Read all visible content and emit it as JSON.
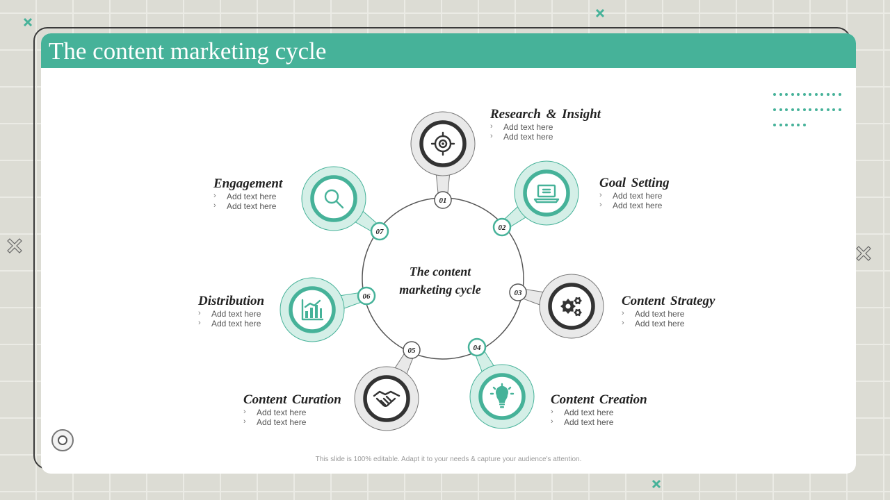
{
  "slide": {
    "title": "The content marketing cycle",
    "center_label_line1": "The content",
    "center_label_line2": "marketing cycle",
    "footer": "This slide is 100% editable.  Adapt it to your needs & capture your audience's attention."
  },
  "colors": {
    "teal": "#46b299",
    "teal_light": "#d4efe7",
    "gray_fill": "#e9e9e9",
    "dark_ring": "#333333"
  },
  "steps": [
    {
      "num": "01",
      "title": "Research & Insight",
      "bullet1": "Add text here",
      "bullet2": "Add text here",
      "icon": "target-icon",
      "theme": "gray"
    },
    {
      "num": "02",
      "title": "Goal Setting",
      "bullet1": "Add text here",
      "bullet2": "Add text here",
      "icon": "laptop-icon",
      "theme": "teal"
    },
    {
      "num": "03",
      "title": "Content Strategy",
      "bullet1": "Add text here",
      "bullet2": "Add text here",
      "icon": "gears-icon",
      "theme": "gray"
    },
    {
      "num": "04",
      "title": "Content Creation",
      "bullet1": "Add text here",
      "bullet2": "Add text here",
      "icon": "lightbulb-icon",
      "theme": "teal"
    },
    {
      "num": "05",
      "title": "Content Curation",
      "bullet1": "Add text here",
      "bullet2": "Add text here",
      "icon": "handshake-icon",
      "theme": "gray"
    },
    {
      "num": "06",
      "title": "Distribution",
      "bullet1": "Add text here",
      "bullet2": "Add text here",
      "icon": "bar-chart-icon",
      "theme": "teal"
    },
    {
      "num": "07",
      "title": "Engagement",
      "bullet1": "Add text here",
      "bullet2": "Add text here",
      "icon": "magnifier-icon",
      "theme": "teal"
    }
  ]
}
